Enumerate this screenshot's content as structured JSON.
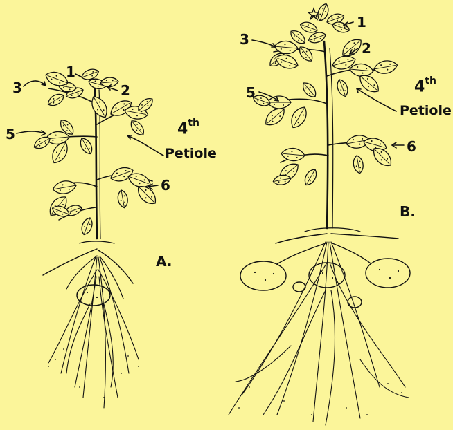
{
  "figure": {
    "background_color": "#fbf59a",
    "ink_color": "#111111",
    "plants": [
      {
        "id": "A",
        "panel_label": "A.",
        "leaf_labels": [
          "1",
          "2",
          "3",
          "5",
          "6"
        ],
        "ordinal_number": "4",
        "ordinal_suffix": "th",
        "petiole_label": "Petiole"
      },
      {
        "id": "B",
        "panel_label": "B.",
        "leaf_labels": [
          "1",
          "2",
          "3",
          "5",
          "6"
        ],
        "ordinal_number": "4",
        "ordinal_suffix": "th",
        "petiole_label": "Petiole"
      }
    ]
  }
}
